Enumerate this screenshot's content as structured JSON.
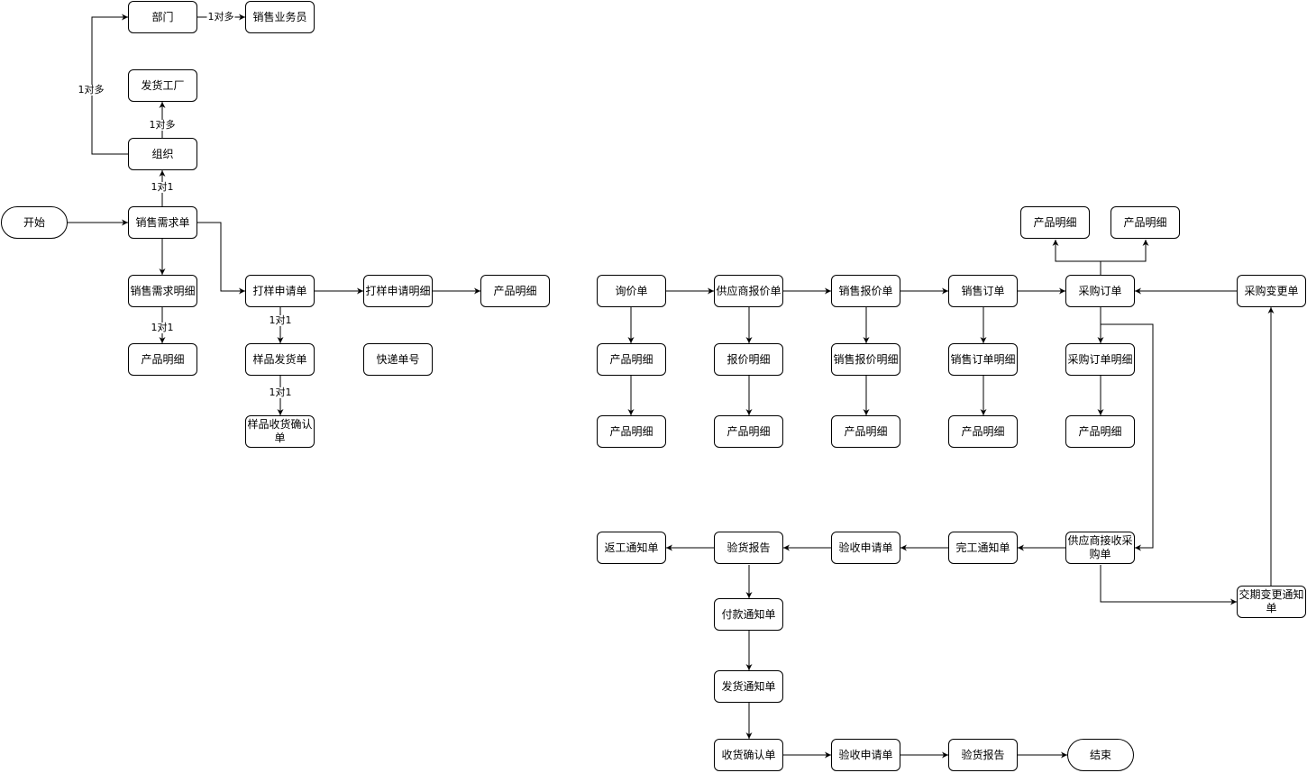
{
  "nodes": {
    "start": "开始",
    "dept": "部门",
    "salesman": "销售业务员",
    "factory": "发货工厂",
    "org": "组织",
    "sales_req": "销售需求单",
    "sales_req_detail": "销售需求明细",
    "product_1": "产品明细",
    "sample_req": "打样申请单",
    "sample_req_detail": "打样申请明细",
    "product_2": "产品明细",
    "sample_ship": "样品发货单",
    "express_no": "快递单号",
    "sample_receipt": "样品收货确认单",
    "inquiry": "询价单",
    "supplier_quote": "供应商报价单",
    "sales_quote": "销售报价单",
    "sales_order": "销售订单",
    "purchase_order": "采购订单",
    "purchase_change": "采购变更单",
    "inquiry_product_1": "产品明细",
    "inquiry_product_2": "产品明细",
    "quote_detail": "报价明细",
    "quote_product": "产品明细",
    "sales_quote_detail": "销售报价明细",
    "sales_quote_product": "产品明细",
    "sales_order_detail": "销售订单明细",
    "sales_order_product": "产品明细",
    "po_detail": "采购订单明细",
    "po_product": "产品明细",
    "po_top_product_1": "产品明细",
    "po_top_product_2": "产品明细",
    "rework": "返工通知单",
    "inspection_report": "验货报告",
    "acceptance_req": "验收申请单",
    "completion": "完工通知单",
    "supplier_accept": "供应商接收采购单",
    "delivery_change": "交期变更通知单",
    "payment": "付款通知单",
    "shipping": "发货通知单",
    "receipt_confirm": "收货确认单",
    "acceptance_req_2": "验收申请单",
    "inspection_report_2": "验货报告",
    "end": "结束"
  },
  "edge_labels": {
    "req_org": "1对1",
    "org_factory": "1对多",
    "org_dept": "1对多",
    "dept_salesman": "1对多",
    "detail_product": "1对1",
    "sample_ship": "1对1",
    "ship_receipt": "1对1"
  }
}
